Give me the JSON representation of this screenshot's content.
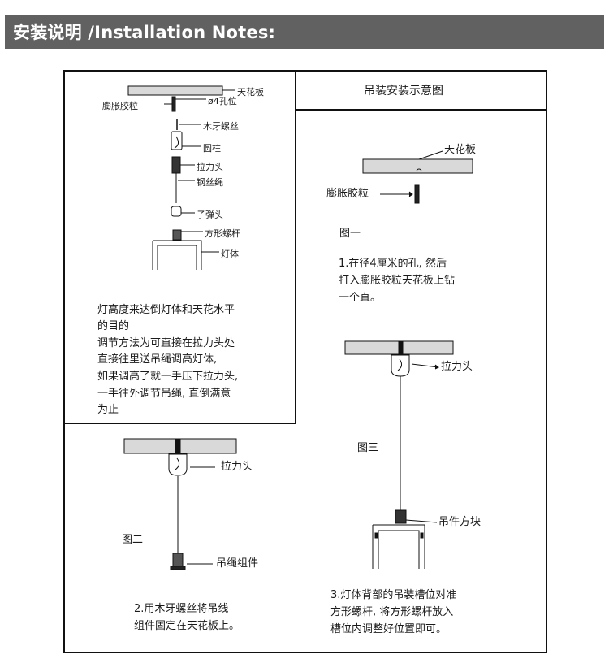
{
  "header": {
    "title": "安装说明 /Installation Notes:"
  },
  "panel_top_right": {
    "title": "吊装安装示意图"
  },
  "fig_top_left": {
    "labels": [
      "天花板",
      "膨胀胶粒",
      "ø4孔位",
      "木牙螺丝",
      "圆柱",
      "拉力头",
      "钢丝绳",
      "子弹头",
      "方形螺杆",
      "灯体"
    ],
    "text": [
      "灯高度来达倒灯体和天花水平",
      "的目的",
      "调节方法为可直接在拉力头处",
      "直接往里送吊绳调高灯体,",
      "如果调高了就一手压下拉力头,",
      "一手往外调节吊绳, 直倒满意",
      "为止"
    ]
  },
  "fig1": {
    "labels": [
      "天花板",
      "膨胀胶粒"
    ],
    "caption": "图一",
    "text": [
      "1.在径4厘米的孔, 然后",
      "打入膨胀胶粒天花板上钻",
      "一个直。"
    ]
  },
  "fig2": {
    "labels": [
      "拉力头",
      "吊绳组件"
    ],
    "caption": "图二",
    "text": [
      "2.用木牙螺丝将吊线",
      "组件固定在天花板上。"
    ]
  },
  "fig3": {
    "labels": [
      "拉力头",
      "吊件方块"
    ],
    "caption": "图三",
    "text": [
      "3.灯体背部的吊装槽位对准",
      "方形螺杆, 将方形螺杆放入",
      "槽位内调整好位置即可。"
    ]
  }
}
